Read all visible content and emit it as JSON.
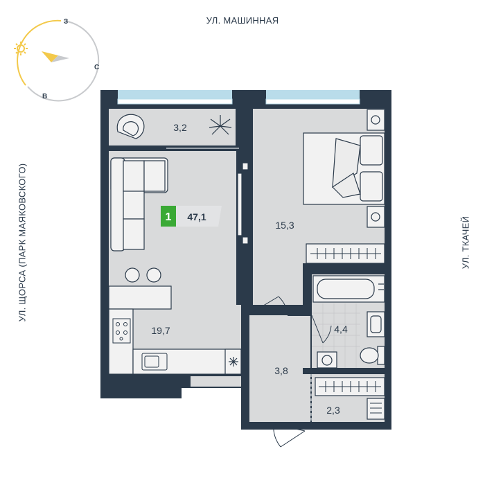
{
  "streets": {
    "top": "УЛ. МАШИННАЯ",
    "left": "УЛ. ЩОРСА (ПАРК МАЯКОВСКОГО)",
    "right": "УЛ. ТКАЧЕЙ"
  },
  "compass": {
    "north": "З",
    "east": "С",
    "west": "В"
  },
  "apartment": {
    "rooms": "1",
    "total_area": "47,1"
  },
  "areas": {
    "balcony": "3,2",
    "bedroom": "15,3",
    "living_kitchen": "19,7",
    "bathroom": "4,4",
    "hall": "3,8",
    "storage": "2,3"
  },
  "colors": {
    "wall": "#2b3a4a",
    "floor": "#d9dadb",
    "window": "#b9dcea",
    "badge": "#3aa935",
    "badge_bg": "#e2e3e5",
    "sun": "#f3c94a"
  }
}
